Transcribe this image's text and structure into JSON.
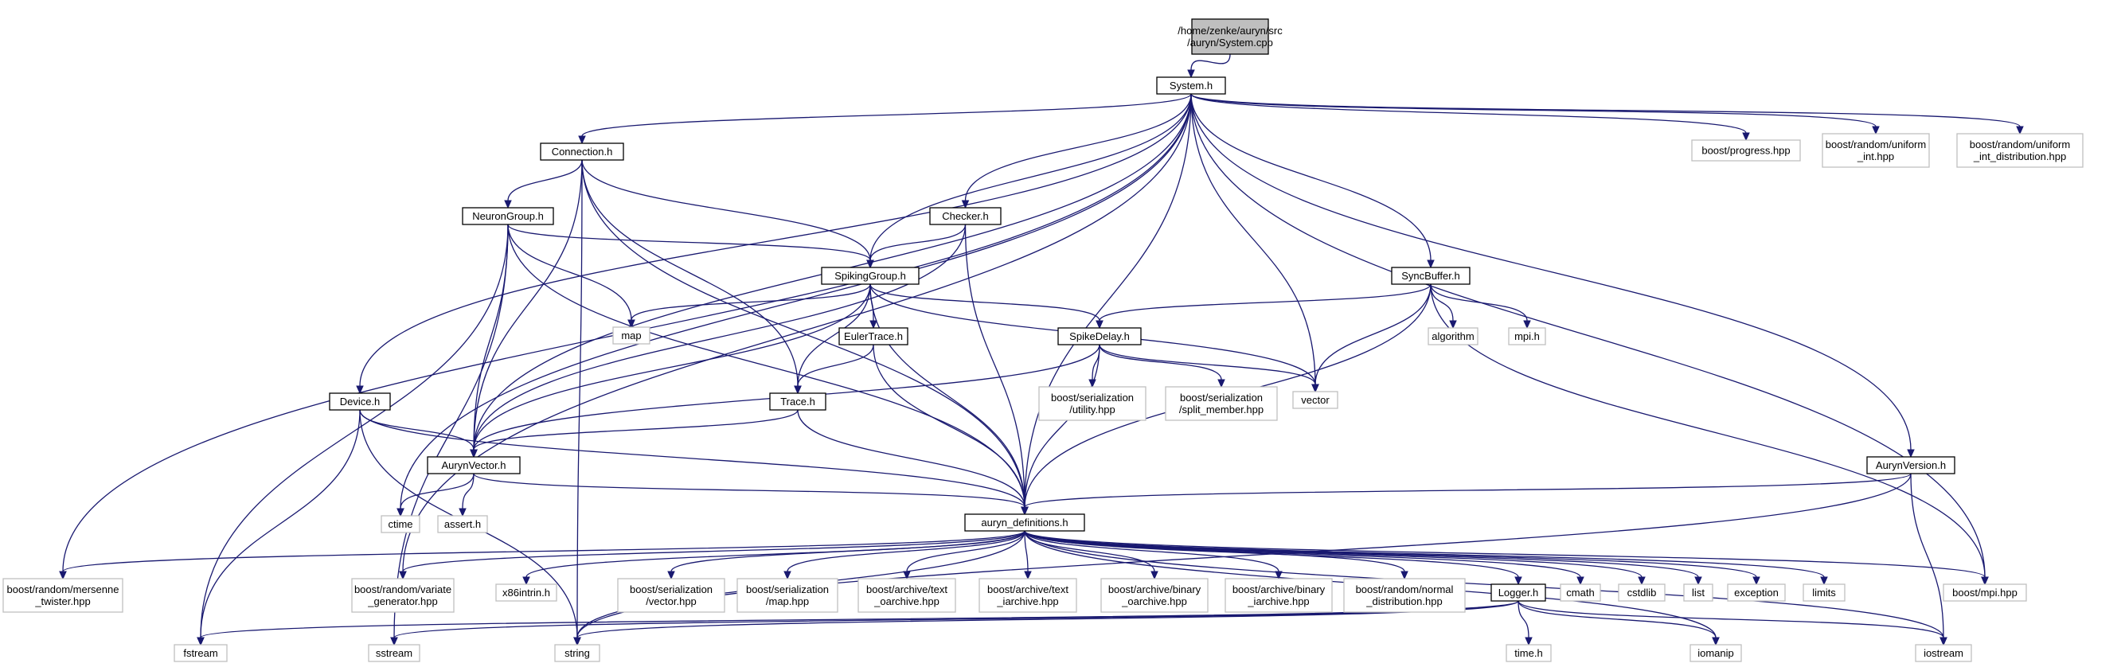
{
  "nodes": [
    {
      "id": "root",
      "lines": [
        "/home/zenke/auryn/src",
        "/auryn/System.cpp"
      ],
      "kind": "root"
    },
    {
      "id": "system_h",
      "lines": [
        "System.h"
      ],
      "kind": "local"
    },
    {
      "id": "connection_h",
      "lines": [
        "Connection.h"
      ],
      "kind": "local"
    },
    {
      "id": "neurongroup_h",
      "lines": [
        "NeuronGroup.h"
      ],
      "kind": "local"
    },
    {
      "id": "checker_h",
      "lines": [
        "Checker.h"
      ],
      "kind": "local"
    },
    {
      "id": "spikinggroup_h",
      "lines": [
        "SpikingGroup.h"
      ],
      "kind": "local"
    },
    {
      "id": "eulertrace_h",
      "lines": [
        "EulerTrace.h"
      ],
      "kind": "local"
    },
    {
      "id": "spikedelay_h",
      "lines": [
        "SpikeDelay.h"
      ],
      "kind": "local"
    },
    {
      "id": "syncbuffer_h",
      "lines": [
        "SyncBuffer.h"
      ],
      "kind": "local"
    },
    {
      "id": "device_h",
      "lines": [
        "Device.h"
      ],
      "kind": "local"
    },
    {
      "id": "trace_h",
      "lines": [
        "Trace.h"
      ],
      "kind": "local"
    },
    {
      "id": "aurynvector_h",
      "lines": [
        "AurynVector.h"
      ],
      "kind": "local"
    },
    {
      "id": "aurynversion_h",
      "lines": [
        "AurynVersion.h"
      ],
      "kind": "local"
    },
    {
      "id": "auryn_definitions_h",
      "lines": [
        "auryn_definitions.h"
      ],
      "kind": "local"
    },
    {
      "id": "logger_h",
      "lines": [
        "Logger.h"
      ],
      "kind": "local"
    },
    {
      "id": "boost_progress",
      "lines": [
        "boost/progress.hpp"
      ],
      "kind": "ext"
    },
    {
      "id": "boost_uniform_int",
      "lines": [
        "boost/random/uniform",
        "_int.hpp"
      ],
      "kind": "ext"
    },
    {
      "id": "boost_uniform_int_dist",
      "lines": [
        "boost/random/uniform",
        "_int_distribution.hpp"
      ],
      "kind": "ext"
    },
    {
      "id": "map",
      "lines": [
        "map"
      ],
      "kind": "ext"
    },
    {
      "id": "algorithm",
      "lines": [
        "algorithm"
      ],
      "kind": "ext"
    },
    {
      "id": "mpi_h",
      "lines": [
        "mpi.h"
      ],
      "kind": "ext"
    },
    {
      "id": "vector",
      "lines": [
        "vector"
      ],
      "kind": "ext"
    },
    {
      "id": "boost_ser_utility",
      "lines": [
        "boost/serialization",
        "/utility.hpp"
      ],
      "kind": "ext"
    },
    {
      "id": "boost_ser_split",
      "lines": [
        "boost/serialization",
        "/split_member.hpp"
      ],
      "kind": "ext"
    },
    {
      "id": "ctime",
      "lines": [
        "ctime"
      ],
      "kind": "ext"
    },
    {
      "id": "assert_h",
      "lines": [
        "assert.h"
      ],
      "kind": "ext"
    },
    {
      "id": "boost_mersenne",
      "lines": [
        "boost/random/mersenne",
        "_twister.hpp"
      ],
      "kind": "ext"
    },
    {
      "id": "boost_variate",
      "lines": [
        "boost/random/variate",
        "_generator.hpp"
      ],
      "kind": "ext"
    },
    {
      "id": "x86intrin",
      "lines": [
        "x86intrin.h"
      ],
      "kind": "ext"
    },
    {
      "id": "boost_ser_vector",
      "lines": [
        "boost/serialization",
        "/vector.hpp"
      ],
      "kind": "ext"
    },
    {
      "id": "boost_ser_map",
      "lines": [
        "boost/serialization",
        "/map.hpp"
      ],
      "kind": "ext"
    },
    {
      "id": "boost_text_oarchive",
      "lines": [
        "boost/archive/text",
        "_oarchive.hpp"
      ],
      "kind": "ext"
    },
    {
      "id": "boost_text_iarchive",
      "lines": [
        "boost/archive/text",
        "_iarchive.hpp"
      ],
      "kind": "ext"
    },
    {
      "id": "boost_binary_oarchive",
      "lines": [
        "boost/archive/binary",
        "_oarchive.hpp"
      ],
      "kind": "ext"
    },
    {
      "id": "boost_binary_iarchive",
      "lines": [
        "boost/archive/binary",
        "_iarchive.hpp"
      ],
      "kind": "ext"
    },
    {
      "id": "boost_normal_dist",
      "lines": [
        "boost/random/normal",
        "_distribution.hpp"
      ],
      "kind": "ext"
    },
    {
      "id": "cmath",
      "lines": [
        "cmath"
      ],
      "kind": "ext"
    },
    {
      "id": "cstdlib",
      "lines": [
        "cstdlib"
      ],
      "kind": "ext"
    },
    {
      "id": "list",
      "lines": [
        "list"
      ],
      "kind": "ext"
    },
    {
      "id": "exception",
      "lines": [
        "exception"
      ],
      "kind": "ext"
    },
    {
      "id": "limits",
      "lines": [
        "limits"
      ],
      "kind": "ext"
    },
    {
      "id": "boost_mpi",
      "lines": [
        "boost/mpi.hpp"
      ],
      "kind": "ext"
    },
    {
      "id": "fstream",
      "lines": [
        "fstream"
      ],
      "kind": "ext"
    },
    {
      "id": "sstream",
      "lines": [
        "sstream"
      ],
      "kind": "ext"
    },
    {
      "id": "string",
      "lines": [
        "string"
      ],
      "kind": "ext"
    },
    {
      "id": "time_h",
      "lines": [
        "time.h"
      ],
      "kind": "ext"
    },
    {
      "id": "iomanip",
      "lines": [
        "iomanip"
      ],
      "kind": "ext"
    },
    {
      "id": "iostream",
      "lines": [
        "iostream"
      ],
      "kind": "ext"
    }
  ],
  "edges": [
    [
      "root",
      "system_h"
    ],
    [
      "system_h",
      "connection_h"
    ],
    [
      "system_h",
      "checker_h"
    ],
    [
      "system_h",
      "spikinggroup_h"
    ],
    [
      "system_h",
      "syncbuffer_h"
    ],
    [
      "system_h",
      "device_h"
    ],
    [
      "system_h",
      "aurynvector_h"
    ],
    [
      "system_h",
      "aurynversion_h"
    ],
    [
      "system_h",
      "auryn_definitions_h"
    ],
    [
      "system_h",
      "vector"
    ],
    [
      "system_h",
      "boost_progress"
    ],
    [
      "system_h",
      "boost_uniform_int"
    ],
    [
      "system_h",
      "boost_uniform_int_dist"
    ],
    [
      "system_h",
      "boost_mpi"
    ],
    [
      "system_h",
      "boost_mersenne"
    ],
    [
      "system_h",
      "boost_variate"
    ],
    [
      "system_h",
      "ctime"
    ],
    [
      "connection_h",
      "neurongroup_h"
    ],
    [
      "connection_h",
      "spikinggroup_h"
    ],
    [
      "connection_h",
      "trace_h"
    ],
    [
      "connection_h",
      "aurynvector_h"
    ],
    [
      "connection_h",
      "auryn_definitions_h"
    ],
    [
      "connection_h",
      "string"
    ],
    [
      "neurongroup_h",
      "spikinggroup_h"
    ],
    [
      "neurongroup_h",
      "map"
    ],
    [
      "neurongroup_h",
      "aurynvector_h"
    ],
    [
      "neurongroup_h",
      "auryn_definitions_h"
    ],
    [
      "neurongroup_h",
      "fstream"
    ],
    [
      "neurongroup_h",
      "sstream"
    ],
    [
      "checker_h",
      "spikinggroup_h"
    ],
    [
      "checker_h",
      "auryn_definitions_h"
    ],
    [
      "checker_h",
      "aurynvector_h"
    ],
    [
      "spikinggroup_h",
      "map"
    ],
    [
      "spikinggroup_h",
      "eulertrace_h"
    ],
    [
      "spikinggroup_h",
      "spikedelay_h"
    ],
    [
      "spikinggroup_h",
      "trace_h"
    ],
    [
      "spikinggroup_h",
      "vector"
    ],
    [
      "spikinggroup_h",
      "aurynvector_h"
    ],
    [
      "spikinggroup_h",
      "auryn_definitions_h"
    ],
    [
      "eulertrace_h",
      "trace_h"
    ],
    [
      "eulertrace_h",
      "auryn_definitions_h"
    ],
    [
      "syncbuffer_h",
      "spikedelay_h"
    ],
    [
      "syncbuffer_h",
      "algorithm"
    ],
    [
      "syncbuffer_h",
      "mpi_h"
    ],
    [
      "syncbuffer_h",
      "vector"
    ],
    [
      "syncbuffer_h",
      "auryn_definitions_h"
    ],
    [
      "syncbuffer_h",
      "boost_mpi"
    ],
    [
      "spikedelay_h",
      "boost_ser_utility"
    ],
    [
      "spikedelay_h",
      "boost_ser_split"
    ],
    [
      "spikedelay_h",
      "vector"
    ],
    [
      "spikedelay_h",
      "auryn_definitions_h"
    ],
    [
      "spikedelay_h",
      "aurynvector_h"
    ],
    [
      "trace_h",
      "aurynvector_h"
    ],
    [
      "trace_h",
      "auryn_definitions_h"
    ],
    [
      "device_h",
      "aurynvector_h"
    ],
    [
      "device_h",
      "auryn_definitions_h"
    ],
    [
      "device_h",
      "fstream"
    ],
    [
      "device_h",
      "string"
    ],
    [
      "aurynvector_h",
      "auryn_definitions_h"
    ],
    [
      "aurynvector_h",
      "ctime"
    ],
    [
      "aurynvector_h",
      "assert_h"
    ],
    [
      "aurynversion_h",
      "auryn_definitions_h"
    ],
    [
      "aurynversion_h",
      "string"
    ],
    [
      "aurynversion_h",
      "iostream"
    ],
    [
      "auryn_definitions_h",
      "boost_mersenne"
    ],
    [
      "auryn_definitions_h",
      "boost_variate"
    ],
    [
      "auryn_definitions_h",
      "x86intrin"
    ],
    [
      "auryn_definitions_h",
      "boost_ser_vector"
    ],
    [
      "auryn_definitions_h",
      "boost_ser_map"
    ],
    [
      "auryn_definitions_h",
      "boost_text_oarchive"
    ],
    [
      "auryn_definitions_h",
      "boost_text_iarchive"
    ],
    [
      "auryn_definitions_h",
      "boost_binary_oarchive"
    ],
    [
      "auryn_definitions_h",
      "boost_binary_iarchive"
    ],
    [
      "auryn_definitions_h",
      "boost_normal_dist"
    ],
    [
      "auryn_definitions_h",
      "logger_h"
    ],
    [
      "auryn_definitions_h",
      "cmath"
    ],
    [
      "auryn_definitions_h",
      "cstdlib"
    ],
    [
      "auryn_definitions_h",
      "list"
    ],
    [
      "auryn_definitions_h",
      "exception"
    ],
    [
      "auryn_definitions_h",
      "limits"
    ],
    [
      "auryn_definitions_h",
      "boost_mpi"
    ],
    [
      "auryn_definitions_h",
      "iomanip"
    ],
    [
      "auryn_definitions_h",
      "iostream"
    ],
    [
      "auryn_definitions_h",
      "string"
    ],
    [
      "logger_h",
      "fstream"
    ],
    [
      "logger_h",
      "sstream"
    ],
    [
      "logger_h",
      "string"
    ],
    [
      "logger_h",
      "time_h"
    ],
    [
      "logger_h",
      "iomanip"
    ],
    [
      "logger_h",
      "iostream"
    ]
  ]
}
